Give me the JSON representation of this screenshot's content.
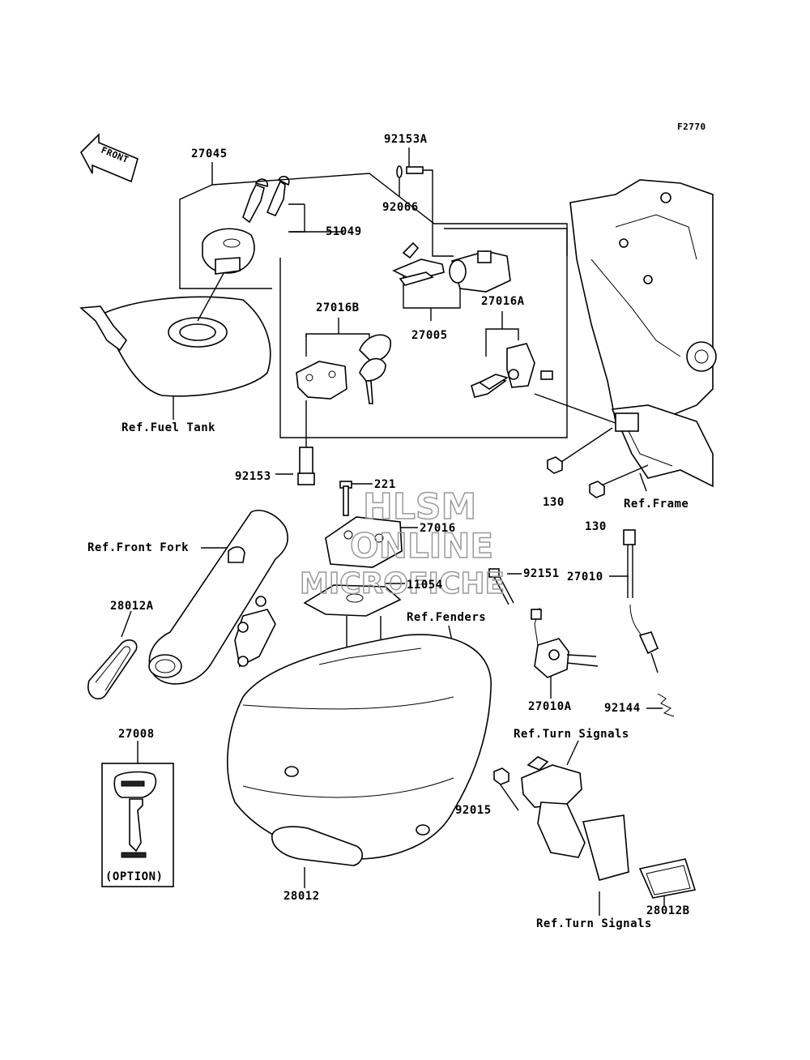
{
  "figure_code": "F2770",
  "front_arrow_label": "FRONT",
  "part_numbers": {
    "p27045": "27045",
    "p51049": "51049",
    "p92153A": "92153A",
    "p92066": "92066",
    "p27005": "27005",
    "p27016B": "27016B",
    "p27016A": "27016A",
    "p92153": "92153",
    "p221": "221",
    "p27016": "27016",
    "p11054": "11054",
    "p130a": "130",
    "p130b": "130",
    "p92151": "92151",
    "p27010": "27010",
    "p28012A": "28012A",
    "p27010A": "27010A",
    "p92144": "92144",
    "p27008": "27008",
    "p92015": "92015",
    "p28012": "28012",
    "p28012B": "28012B"
  },
  "references": {
    "fuel_tank": "Ref.Fuel Tank",
    "frame": "Ref.Frame",
    "front_fork": "Ref.Front Fork",
    "fenders": "Ref.Fenders",
    "turn_signals_top": "Ref.Turn Signals",
    "turn_signals_bottom": "Ref.Turn Signals"
  },
  "option_label": "(OPTION)",
  "watermark": {
    "line1": "HLSM",
    "line2": "ONLINE",
    "line3": "MICROFICHE"
  }
}
